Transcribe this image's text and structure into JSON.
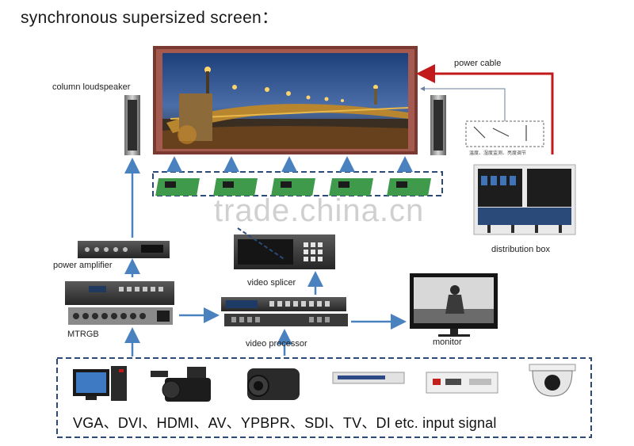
{
  "title": "synchronous supersized screen：",
  "labels": {
    "column_loudspeaker": "column loudspeaker",
    "power_cable": "power cable",
    "power_amplifier": "power amplifier",
    "video_splicer": "video splicer",
    "distribution_box": "distribution box",
    "mtrgb": "MTRGB",
    "video_processor": "video processor",
    "monitor": "monitor",
    "input_signals": "VGA、DVI、HDMI、AV、YPBPR、SDI、TV、DI etc. input signal",
    "watermark": "trade.china.cn",
    "tools_caption": "温度、湿度监测、亮度调节"
  },
  "colors": {
    "arrow_blue": "#4a82c0",
    "power_cable_red": "#c21a1a",
    "screen_frame": "#7a3a32",
    "dash_border": "#2b4a7a"
  },
  "icons": [
    "desktop-computer-icon",
    "pro-camcorder-icon",
    "handheld-camcorder-icon",
    "dvd-player-icon",
    "set-top-box-icon",
    "dome-camera-icon"
  ]
}
